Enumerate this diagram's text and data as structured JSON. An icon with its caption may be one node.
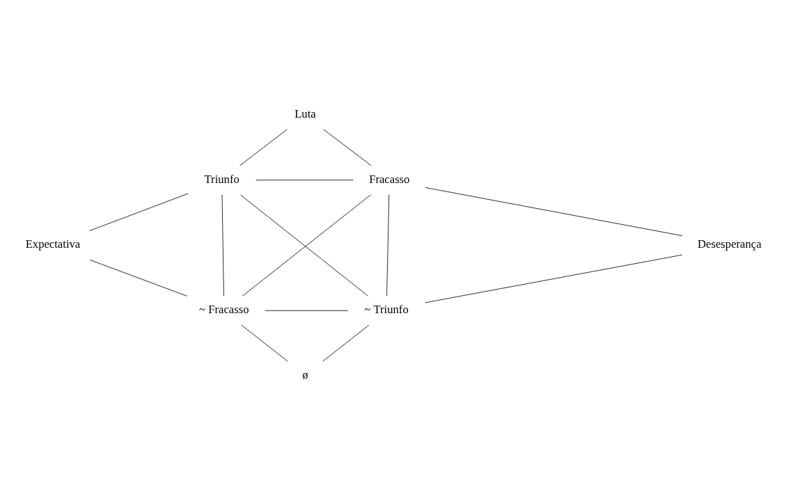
{
  "diagram": {
    "nodes": [
      {
        "text": [
          "Luta"
        ]
      },
      {
        "text": [
          "Triunfo"
        ]
      },
      {
        "text": [
          "Fracasso"
        ]
      },
      {
        "text": [
          "Expectativa"
        ]
      },
      {
        "text": [
          "Desesperança"
        ]
      },
      {
        "text": [
          "~ Fracasso"
        ]
      },
      {
        "text": [
          "~ Triunfo"
        ]
      },
      {
        "text": [
          "ø"
        ]
      }
    ],
    "edges": [
      {
        "from": 0,
        "to": 1,
        "arrow": "none"
      },
      {
        "from": 0,
        "to": 2,
        "arrow": "none"
      },
      {
        "from": 1,
        "to": 2,
        "arrow": "none"
      },
      {
        "from": 1,
        "to": 3,
        "arrow": "none"
      },
      {
        "from": 2,
        "to": 4,
        "arrow": "none"
      },
      {
        "from": 1,
        "to": 5,
        "arrow": "none"
      },
      {
        "from": 1,
        "to": 6,
        "arrow": "none"
      },
      {
        "from": 2,
        "to": 5,
        "arrow": "none"
      },
      {
        "from": 2,
        "to": 6,
        "arrow": "none"
      },
      {
        "from": 3,
        "to": 5,
        "arrow": "none"
      },
      {
        "from": 4,
        "to": 6,
        "arrow": "none"
      },
      {
        "from": 5,
        "to": 6,
        "arrow": "none"
      },
      {
        "from": 5,
        "to": 7,
        "arrow": "none"
      },
      {
        "from": 6,
        "to": 7,
        "arrow": "none"
      }
    ]
  }
}
